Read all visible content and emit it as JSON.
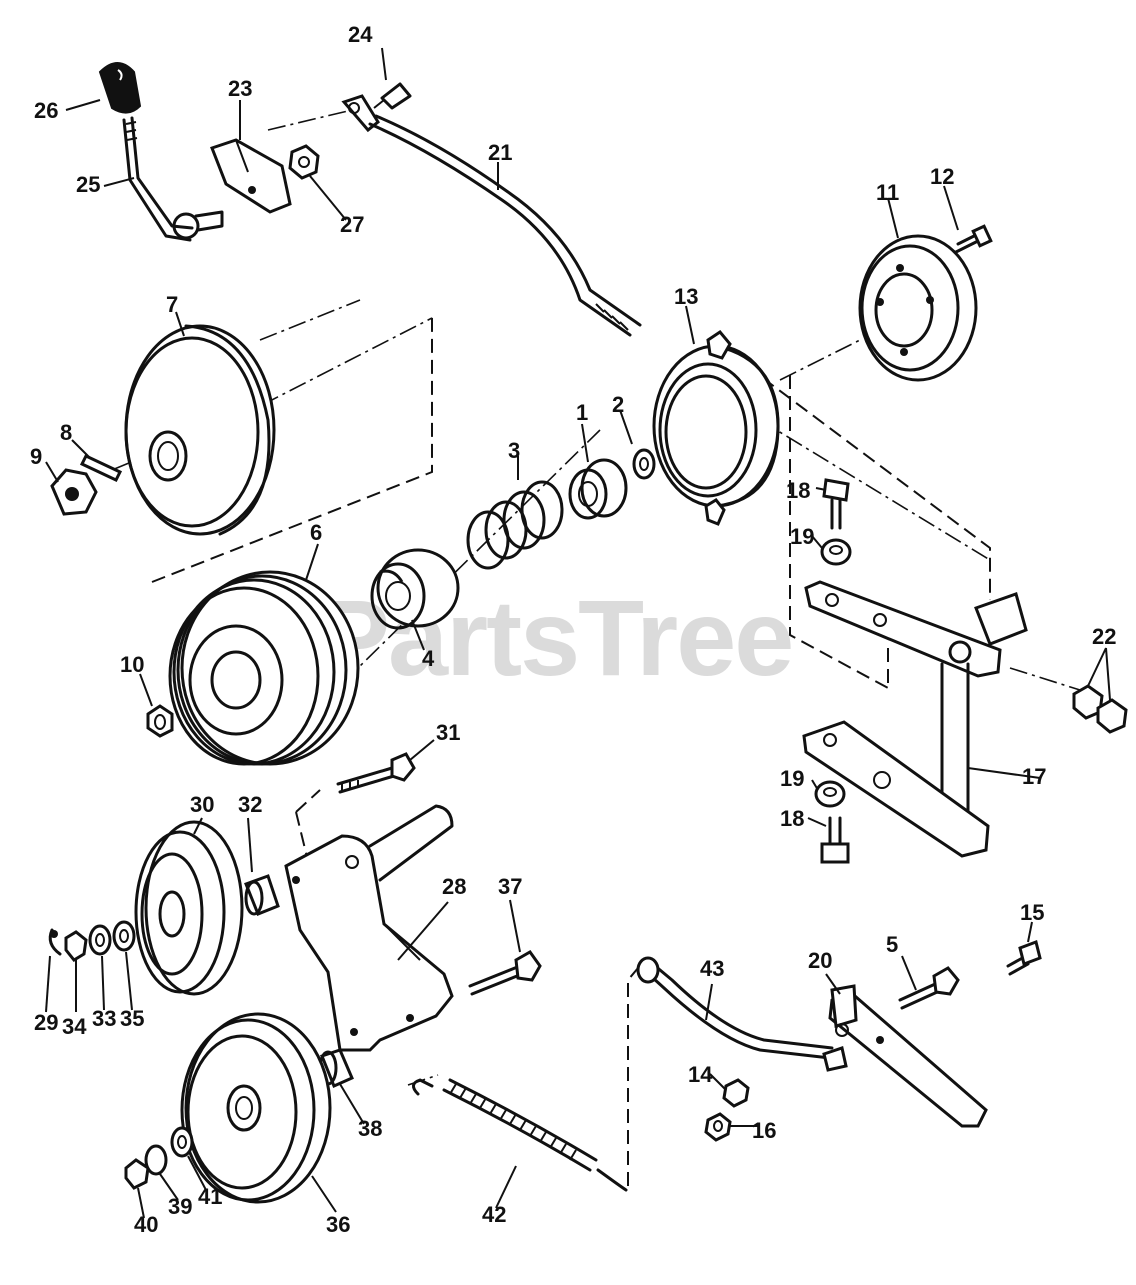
{
  "watermark": "PartsTree",
  "callouts": [
    {
      "id": "1",
      "text": "1"
    },
    {
      "id": "2",
      "text": "2"
    },
    {
      "id": "3",
      "text": "3"
    },
    {
      "id": "4",
      "text": "4"
    },
    {
      "id": "5",
      "text": "5"
    },
    {
      "id": "6",
      "text": "6"
    },
    {
      "id": "7",
      "text": "7"
    },
    {
      "id": "8",
      "text": "8"
    },
    {
      "id": "9",
      "text": "9"
    },
    {
      "id": "10",
      "text": "10"
    },
    {
      "id": "11",
      "text": "11"
    },
    {
      "id": "12",
      "text": "12"
    },
    {
      "id": "13",
      "text": "13"
    },
    {
      "id": "14",
      "text": "14"
    },
    {
      "id": "15",
      "text": "15"
    },
    {
      "id": "16",
      "text": "16"
    },
    {
      "id": "17",
      "text": "17"
    },
    {
      "id": "18a",
      "text": "18"
    },
    {
      "id": "18b",
      "text": "18"
    },
    {
      "id": "19a",
      "text": "19"
    },
    {
      "id": "19b",
      "text": "19"
    },
    {
      "id": "20",
      "text": "20"
    },
    {
      "id": "21",
      "text": "21"
    },
    {
      "id": "22",
      "text": "22"
    },
    {
      "id": "23",
      "text": "23"
    },
    {
      "id": "24",
      "text": "24"
    },
    {
      "id": "25",
      "text": "25"
    },
    {
      "id": "26",
      "text": "26"
    },
    {
      "id": "27",
      "text": "27"
    },
    {
      "id": "28",
      "text": "28"
    },
    {
      "id": "29",
      "text": "29"
    },
    {
      "id": "30",
      "text": "30"
    },
    {
      "id": "31",
      "text": "31"
    },
    {
      "id": "32",
      "text": "32"
    },
    {
      "id": "33",
      "text": "33"
    },
    {
      "id": "34",
      "text": "34"
    },
    {
      "id": "35",
      "text": "35"
    },
    {
      "id": "36",
      "text": "36"
    },
    {
      "id": "37",
      "text": "37"
    },
    {
      "id": "38",
      "text": "38"
    },
    {
      "id": "39",
      "text": "39"
    },
    {
      "id": "40",
      "text": "40"
    },
    {
      "id": "41",
      "text": "41"
    },
    {
      "id": "42",
      "text": "42"
    },
    {
      "id": "43",
      "text": "43"
    }
  ]
}
